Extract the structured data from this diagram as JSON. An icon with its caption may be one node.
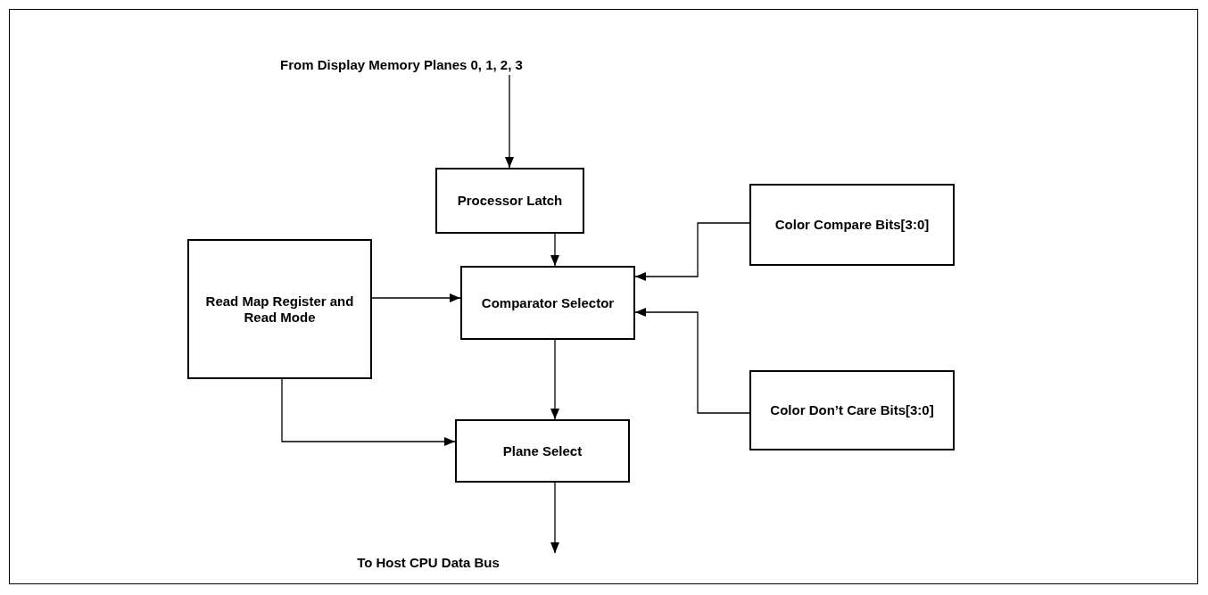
{
  "diagram": {
    "nodes": [
      {
        "text": [
          "From Display Memory Planes 0, 1, 2, 3"
        ]
      },
      {
        "text": [
          "Processor Latch"
        ]
      },
      {
        "text": [
          "Read Map Register and Read Mode"
        ]
      },
      {
        "text": [
          "Comparator Selector"
        ]
      },
      {
        "text": [
          "Color Compare Bits[3:0]"
        ]
      },
      {
        "text": [
          "Color Don’t Care Bits[3:0]"
        ]
      },
      {
        "text": [
          "Plane Select"
        ]
      },
      {
        "text": [
          "To Host CPU Data Bus"
        ]
      }
    ],
    "edges": [
      {
        "from": 0,
        "to": 1,
        "arrow": "to"
      },
      {
        "from": 1,
        "to": 3,
        "arrow": "to"
      },
      {
        "from": 4,
        "to": 3,
        "arrow": "to"
      },
      {
        "from": 2,
        "to": 3,
        "arrow": "to"
      },
      {
        "from": 5,
        "to": 3,
        "arrow": "to"
      },
      {
        "from": 3,
        "to": 6,
        "arrow": "to"
      },
      {
        "from": 2,
        "to": 6,
        "arrow": "to"
      },
      {
        "from": 6,
        "to": 7,
        "arrow": "to"
      }
    ]
  }
}
